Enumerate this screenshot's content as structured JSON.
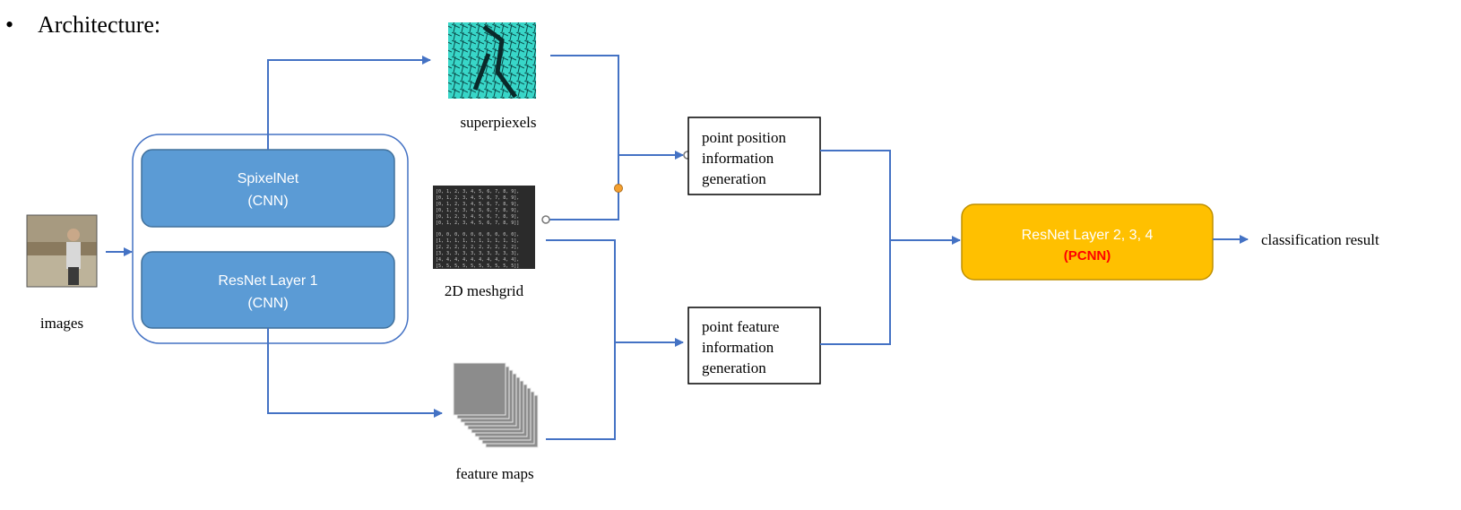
{
  "heading": {
    "bullet": "•",
    "text": "Architecture:"
  },
  "inputs": {
    "images_label": "images"
  },
  "encoder": {
    "spixelnet": {
      "title": "SpixelNet",
      "subtitle": "(CNN)"
    },
    "resnet1": {
      "title": "ResNet Layer 1",
      "subtitle": "(CNN)"
    }
  },
  "intermediates": {
    "superpixels_label": "superpiexels",
    "meshgrid_label": "2D meshgrid",
    "feature_maps_label": "feature maps",
    "meshgrid_lines": [
      "[0, 1, 2, 3, 4, 5, 6, 7, 8, 9],",
      "[0, 1, 2, 3, 4, 5, 6, 7, 8, 9],",
      "[0, 1, 2, 3, 4, 5, 6, 7, 8, 9],",
      "[0, 1, 2, 3, 4, 5, 6, 7, 8, 9],",
      "[0, 1, 2, 3, 4, 5, 6, 7, 8, 9],",
      "[0, 1, 2, 3, 4, 5, 6, 7, 8, 9]]",
      "[0, 0, 0, 0, 0, 0, 0, 0, 0, 0],",
      "[1, 1, 1, 1, 1, 1, 1, 1, 1, 1],",
      "[2, 2, 2, 2, 2, 2, 2, 2, 2, 2],",
      "[3, 3, 3, 3, 3, 3, 3, 3, 3, 3],",
      "[4, 4, 4, 4, 4, 4, 4, 4, 4, 4],",
      "[5, 5, 5, 5, 5, 5, 5, 5, 5, 5]]"
    ]
  },
  "generators": {
    "position": {
      "lines": [
        "point position",
        "information",
        "generation"
      ]
    },
    "feature": {
      "lines": [
        "point feature",
        "information",
        "generation"
      ]
    }
  },
  "pcnn": {
    "title": "ResNet Layer 2, 3, 4",
    "subtitle": "(PCNN)"
  },
  "output": {
    "label": "classification result"
  },
  "colors": {
    "wire": "#4472C4",
    "cnn_box": "#5B9BD5",
    "pcnn_box": "#FFC000",
    "pcnn_subtitle": "#FF0000",
    "junction": "#F4A030"
  }
}
